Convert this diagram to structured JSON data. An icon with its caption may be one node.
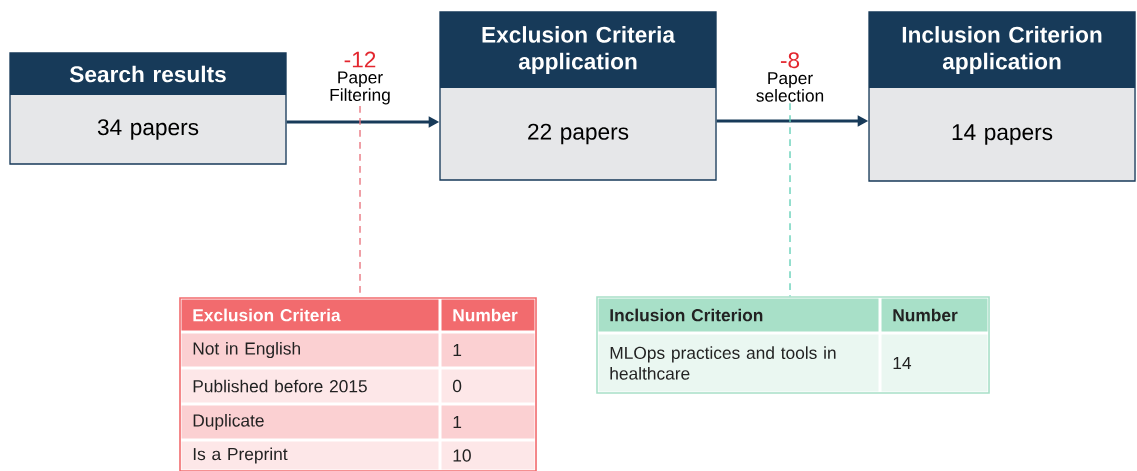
{
  "diagram": {
    "nodes": [
      {
        "text": [
          "Search results",
          "34 papers"
        ]
      },
      {
        "text": [
          "-12",
          "Paper Filtering"
        ]
      },
      {
        "text": [
          "Exclusion Criteria application",
          "22 papers"
        ]
      },
      {
        "text": [
          "-8",
          "Paper selection"
        ]
      },
      {
        "text": [
          "Inclusion Criterion application",
          "14 papers"
        ]
      },
      {
        "text": [
          "Exclusion Criteria",
          "Number",
          "Not in English",
          "1",
          "Published before 2015",
          "0",
          "Duplicate",
          "1",
          "Is a Preprint",
          "10"
        ]
      },
      {
        "text": [
          "Inclusion Criterion",
          "Number",
          "MLOps practices and tools in healthcare",
          "14"
        ]
      }
    ],
    "edges": [
      {
        "from": 0,
        "to": 2,
        "arrow": "to"
      },
      {
        "from": 2,
        "to": 4,
        "arrow": "to"
      },
      {
        "from": 1,
        "to": 5,
        "arrow": "none",
        "style": "dashed",
        "color": "#e8707a"
      },
      {
        "from": 3,
        "to": 6,
        "arrow": "none",
        "style": "dashed",
        "color": "#5fcfb5"
      }
    ]
  }
}
